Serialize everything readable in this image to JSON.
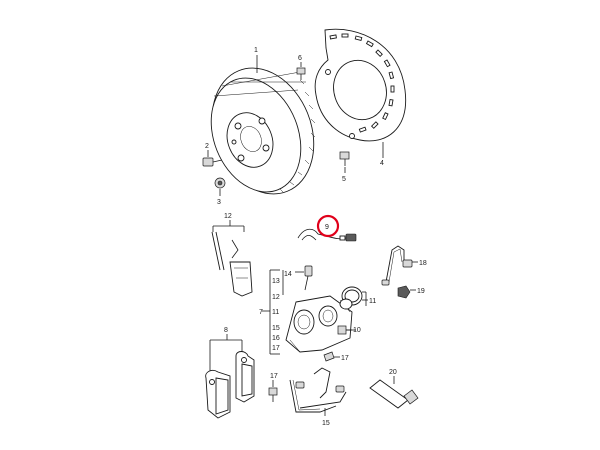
{
  "labels": {
    "disc": "1",
    "wheel_bolt": "2",
    "screw_3": "3",
    "shield": "4",
    "bolt_5": "5",
    "screw_6": "6",
    "sensor": "9",
    "caliper": "7",
    "pads": "8",
    "bolt_10": "10",
    "seal_11": "11",
    "bracket_12": "12",
    "group_12": "12",
    "group_13": "13",
    "group_14": "14",
    "item_14": "14",
    "item_15": "15",
    "item_16": "16",
    "item_17": "17",
    "item_15b": "15",
    "item_17b": "17",
    "item_17c": "17",
    "hose_18": "18",
    "clip_19": "19",
    "tube_20": "20"
  },
  "highlight": {
    "target_label": "9",
    "color": "#e0001a"
  }
}
